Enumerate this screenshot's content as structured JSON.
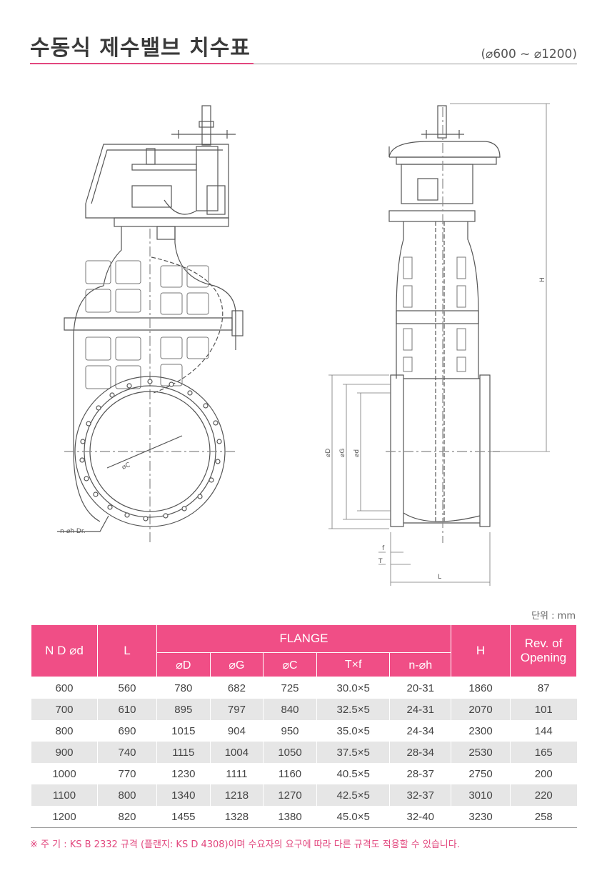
{
  "header": {
    "title": "수동식 제수밸브 치수표",
    "range": "(⌀600 ~ ⌀1200)"
  },
  "drawing": {
    "front_label_c": "⌀C",
    "front_label_holes": "n-⌀h Dr.",
    "side_label_d": "⌀D",
    "side_label_g": "⌀G",
    "side_label_small_d": "⌀d",
    "side_label_h": "H",
    "side_label_f": "f",
    "side_label_t": "T",
    "side_label_l": "L"
  },
  "unit_label": "단위 : mm",
  "table": {
    "header": {
      "nd_top": "N D",
      "nd_bottom": "⌀d",
      "l": "L",
      "flange": "FLANGE",
      "d": "⌀D",
      "g": "⌀G",
      "c": "⌀C",
      "txf": "T×f",
      "nh": "n-⌀h",
      "h": "H",
      "rev_top": "Rev. of",
      "rev_bottom": "Opening"
    },
    "rows": [
      {
        "nd": "600",
        "l": "560",
        "d": "780",
        "g": "682",
        "c": "725",
        "txf": "30.0×5",
        "nh": "20-31",
        "h": "1860",
        "rev": "87"
      },
      {
        "nd": "700",
        "l": "610",
        "d": "895",
        "g": "797",
        "c": "840",
        "txf": "32.5×5",
        "nh": "24-31",
        "h": "2070",
        "rev": "101"
      },
      {
        "nd": "800",
        "l": "690",
        "d": "1015",
        "g": "904",
        "c": "950",
        "txf": "35.0×5",
        "nh": "24-34",
        "h": "2300",
        "rev": "144"
      },
      {
        "nd": "900",
        "l": "740",
        "d": "1115",
        "g": "1004",
        "c": "1050",
        "txf": "37.5×5",
        "nh": "28-34",
        "h": "2530",
        "rev": "165"
      },
      {
        "nd": "1000",
        "l": "770",
        "d": "1230",
        "g": "1111",
        "c": "1160",
        "txf": "40.5×5",
        "nh": "28-37",
        "h": "2750",
        "rev": "200"
      },
      {
        "nd": "1100",
        "l": "800",
        "d": "1340",
        "g": "1218",
        "c": "1270",
        "txf": "42.5×5",
        "nh": "32-37",
        "h": "3010",
        "rev": "220"
      },
      {
        "nd": "1200",
        "l": "820",
        "d": "1455",
        "g": "1328",
        "c": "1380",
        "txf": "45.0×5",
        "nh": "32-40",
        "h": "3230",
        "rev": "258"
      }
    ]
  },
  "note": "※ 주 기 : KS B 2332 규격 (플랜지: KS D 4308)이며 수요자의 요구에 따라 다른 규격도 적용할 수 있습니다.",
  "colors": {
    "accent": "#f04e86",
    "row_alt": "#e6e6e6",
    "rule": "#9a9a9a"
  }
}
